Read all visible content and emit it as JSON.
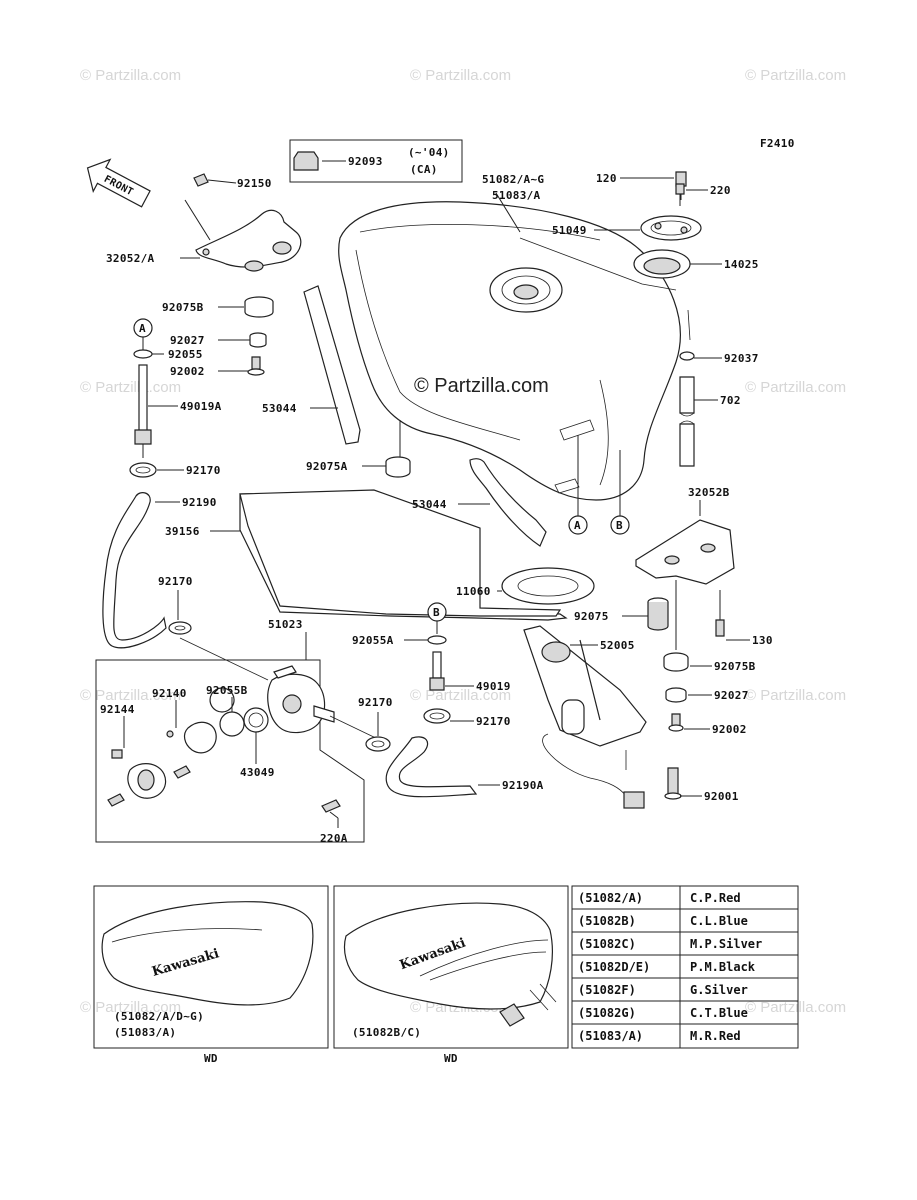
{
  "figure_code": "F2410",
  "watermark": "© Partzilla.com",
  "watermark_center": "© Partzilla.com",
  "front_label": "FRONT",
  "note_box": {
    "part": "92093",
    "note_line1": "(~'04)",
    "note_line2": "(CA)"
  },
  "callouts": [
    {
      "id": "92150",
      "text": "92150"
    },
    {
      "id": "32052a",
      "text": "32052/A"
    },
    {
      "id": "92075b_l",
      "text": "92075B"
    },
    {
      "id": "92027_l",
      "text": "92027"
    },
    {
      "id": "92055_l",
      "text": "92055"
    },
    {
      "id": "92002_l",
      "text": "92002"
    },
    {
      "id": "49019a",
      "text": "49019A"
    },
    {
      "id": "53044_a",
      "text": "53044"
    },
    {
      "id": "92075a",
      "text": "92075A"
    },
    {
      "id": "92170_a",
      "text": "92170"
    },
    {
      "id": "92190",
      "text": "92190"
    },
    {
      "id": "39156",
      "text": "39156"
    },
    {
      "id": "53044_b",
      "text": "53044"
    },
    {
      "id": "51082",
      "text": "51082/A~G"
    },
    {
      "id": "51083",
      "text": "51083/A"
    },
    {
      "id": "120",
      "text": "120"
    },
    {
      "id": "220",
      "text": "220"
    },
    {
      "id": "51049",
      "text": "51049"
    },
    {
      "id": "14025",
      "text": "14025"
    },
    {
      "id": "92037",
      "text": "92037"
    },
    {
      "id": "702",
      "text": "702"
    },
    {
      "id": "32052b",
      "text": "32052B"
    },
    {
      "id": "11060",
      "text": "11060"
    },
    {
      "id": "92075",
      "text": "92075"
    },
    {
      "id": "130",
      "text": "130"
    },
    {
      "id": "52005",
      "text": "52005"
    },
    {
      "id": "92075b_r",
      "text": "92075B"
    },
    {
      "id": "92027_r",
      "text": "92027"
    },
    {
      "id": "92002_r",
      "text": "92002"
    },
    {
      "id": "92001",
      "text": "92001"
    },
    {
      "id": "92170_b",
      "text": "92170"
    },
    {
      "id": "51023",
      "text": "51023"
    },
    {
      "id": "92140",
      "text": "92140"
    },
    {
      "id": "92055b",
      "text": "92055B"
    },
    {
      "id": "92144",
      "text": "92144"
    },
    {
      "id": "43049",
      "text": "43049"
    },
    {
      "id": "92170_c",
      "text": "92170"
    },
    {
      "id": "220a",
      "text": "220A"
    },
    {
      "id": "92055a",
      "text": "92055A"
    },
    {
      "id": "49019",
      "text": "49019"
    },
    {
      "id": "92170_d",
      "text": "92170"
    },
    {
      "id": "92190a",
      "text": "92190A"
    }
  ],
  "ref_markers": {
    "a": "A",
    "b": "B"
  },
  "variant_panels": [
    {
      "line1": "(51082/A/D~G)",
      "line2": "(51083/A)",
      "caption": "WD",
      "brand": "Kawasaki"
    },
    {
      "line1": "(51082B/C)",
      "line2": "",
      "caption": "WD",
      "brand": "Kawasaki"
    }
  ],
  "color_table": [
    {
      "code": "(51082/A)",
      "color": "C.P.Red"
    },
    {
      "code": "(51082B)",
      "color": "C.L.Blue"
    },
    {
      "code": "(51082C)",
      "color": "M.P.Silver"
    },
    {
      "code": "(51082D/E)",
      "color": "P.M.Black"
    },
    {
      "code": "(51082F)",
      "color": "G.Silver"
    },
    {
      "code": "(51082G)",
      "color": "C.T.Blue"
    },
    {
      "code": "(51083/A)",
      "color": "M.R.Red"
    }
  ]
}
